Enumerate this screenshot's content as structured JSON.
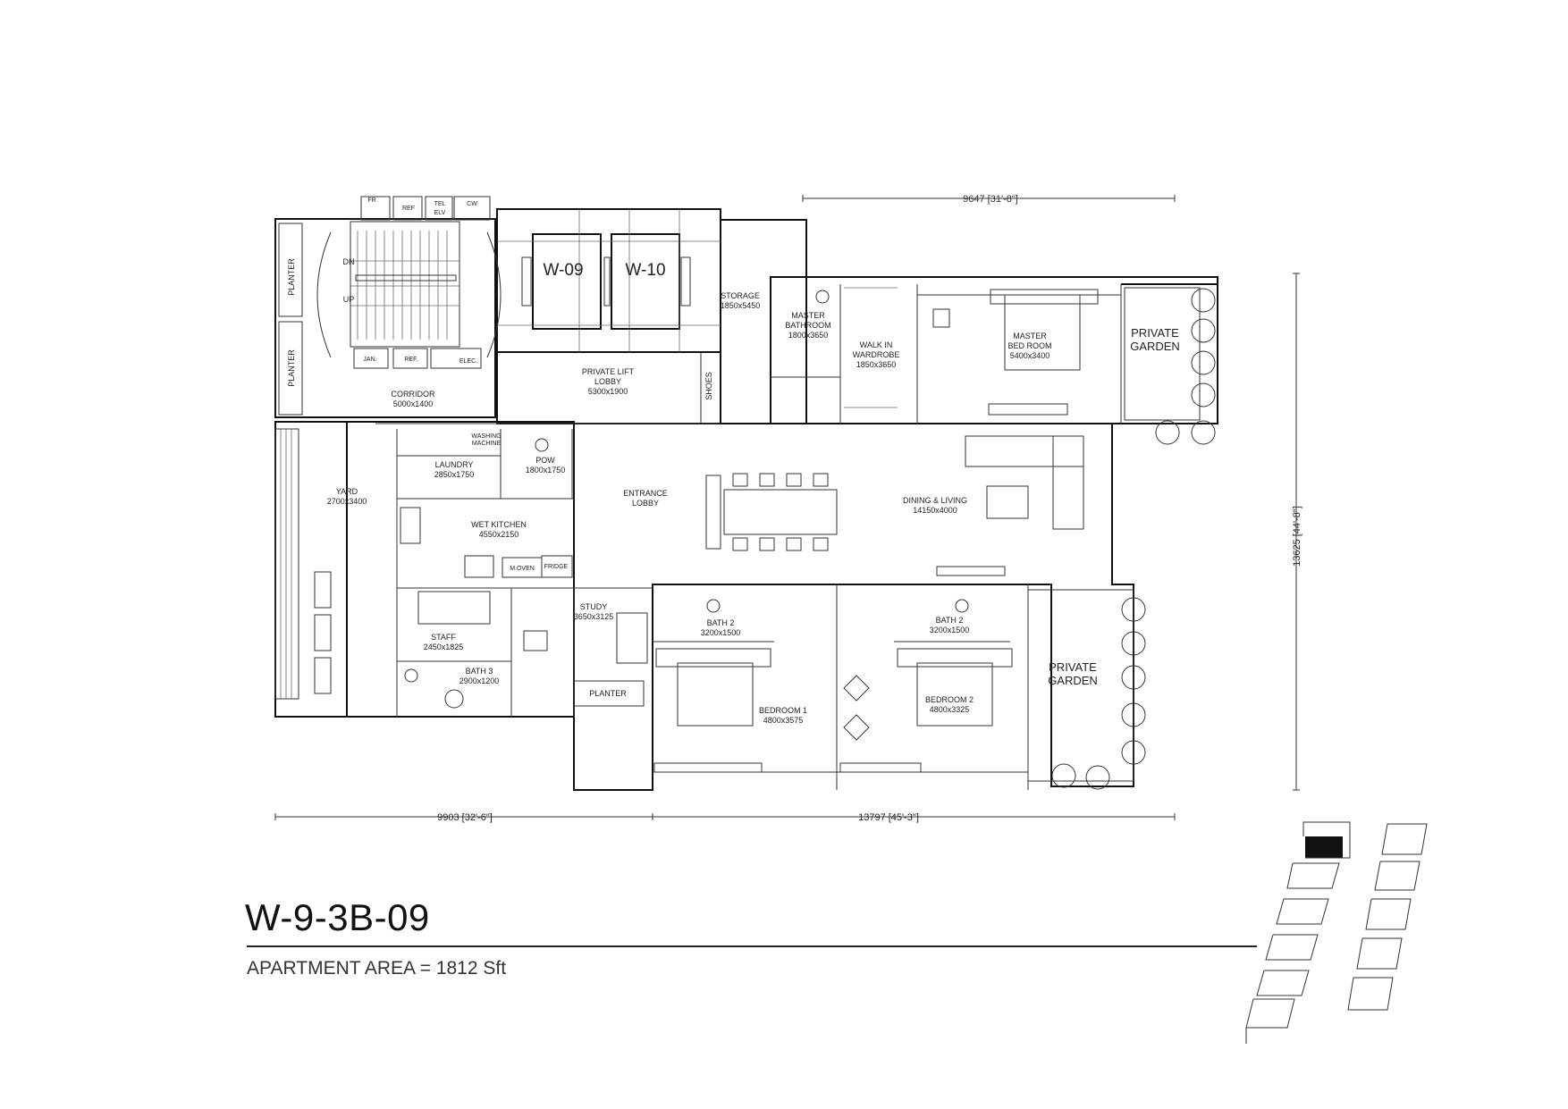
{
  "unit": {
    "code": "W-9-3B-09",
    "area_label": "APARTMENT AREA = 1812 Sft"
  },
  "lifts": {
    "lift_a": "W-09",
    "lift_b": "W-10"
  },
  "stair": {
    "down": "DN",
    "up": "UP"
  },
  "planters": {
    "top": "PLANTER",
    "bottom": "PLANTER",
    "study": "PLANTER"
  },
  "utilities": {
    "fr": "FR",
    "ref_top": "REF",
    "tel": "TEL",
    "elv": "ELV",
    "cw": "CW",
    "jan": "JAN.",
    "ref_bottom": "REF.",
    "elec": "ELEC."
  },
  "rooms": {
    "corridor": {
      "name": "CORRIDOR",
      "size": "5000x1400"
    },
    "lift_lobby": {
      "name": "PRIVATE LIFT",
      "name2": "LOBBY",
      "size": "5300x1900"
    },
    "shoes": "SHOES",
    "storage": {
      "name": "STORAGE",
      "size": "1850x5450"
    },
    "master_bath": {
      "name": "MASTER",
      "name2": "BATHROOM",
      "size": "1800x3650"
    },
    "walk_in": {
      "name": "WALK IN",
      "name2": "WARDROBE",
      "size": "1850x3650"
    },
    "master_bed": {
      "name": "MASTER",
      "name2": "BED ROOM",
      "size": "5400x3400"
    },
    "garden_top": {
      "name": "PRIVATE",
      "name2": "GARDEN"
    },
    "laundry": {
      "name": "LAUNDRY",
      "size": "2850x1750"
    },
    "washing": {
      "line1": "WASHING",
      "line2": "MACHINE"
    },
    "pow": {
      "name": "POW",
      "size": "1800x1750"
    },
    "yard": {
      "name": "YARD",
      "size": "2700x3400"
    },
    "entrance": {
      "name": "ENTRANCE",
      "name2": "LOBBY"
    },
    "dining": {
      "name": "DINING & LIVING",
      "size": "14150x4000"
    },
    "wet_kitchen": {
      "name": "WET KITCHEN",
      "size": "4550x2150"
    },
    "moven": "M.OVEN",
    "fridge": "FRIDGE",
    "study": {
      "name": "STUDY",
      "size": "3650x3125"
    },
    "staff": {
      "name": "STAFF",
      "size": "2450x1825"
    },
    "bath3": {
      "name": "BATH 3",
      "size": "2900x1200"
    },
    "bath2a": {
      "name": "BATH 2",
      "size": "3200x1500"
    },
    "bath2b": {
      "name": "BATH 2",
      "size": "3200x1500"
    },
    "bedroom1": {
      "name": "BEDROOM 1",
      "size": "4800x3575"
    },
    "bedroom2": {
      "name": "BEDROOM 2",
      "size": "4800x3325"
    },
    "garden_bottom": {
      "name": "PRIVATE",
      "name2": "GARDEN"
    }
  },
  "dimensions": {
    "top": "9647 [31'-8\"]",
    "right": "13625 [44'-8\"]",
    "bottom_left": "9903 [32'-6\"]",
    "bottom_right": "13797 [45'-3\"]"
  }
}
